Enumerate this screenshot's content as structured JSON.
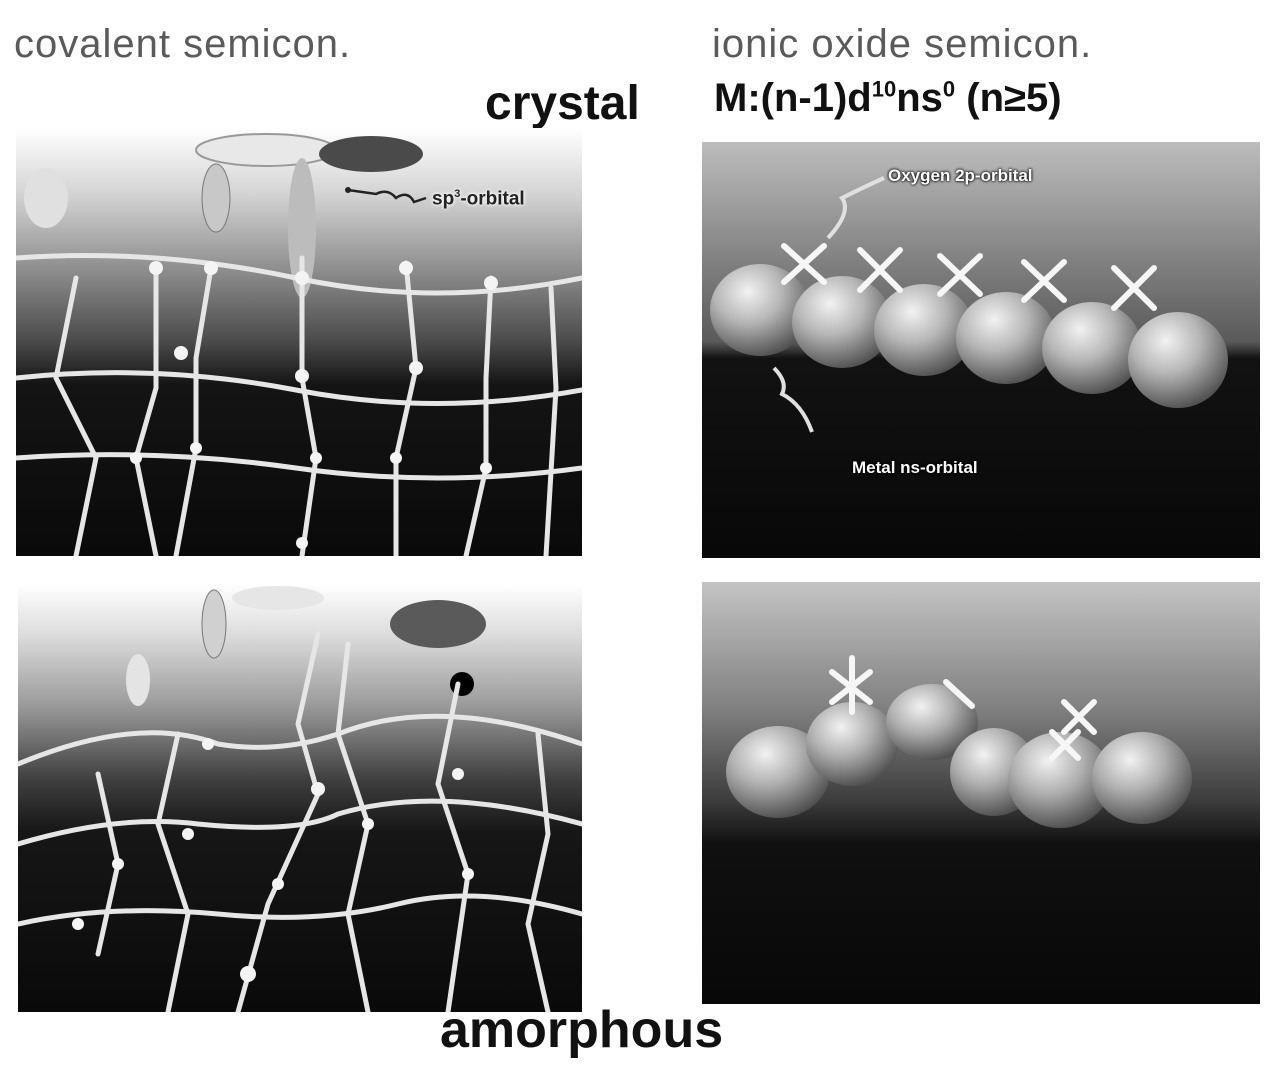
{
  "headings": {
    "covalent": "covalent semicon.",
    "ionic": "ionic oxide semicon.",
    "crystal": "crystal",
    "formula_prefix": "M:(n-1)d",
    "formula_sup1": "10",
    "formula_mid": "ns",
    "formula_sup2": "0",
    "formula_suffix": " (n≥5)",
    "amorphous": "amorphous"
  },
  "labels": {
    "sp3_main": "sp",
    "sp3_sup": "3",
    "sp3_suffix": "-orbital",
    "oxygen": "Oxygen 2p-orbital",
    "metal": "Metal ns-orbital"
  },
  "colors": {
    "background": "#ffffff",
    "panel_dark": "#0d0d0d",
    "panel_mid": "#6e6e6e",
    "panel_light": "#d6d6d6"
  }
}
